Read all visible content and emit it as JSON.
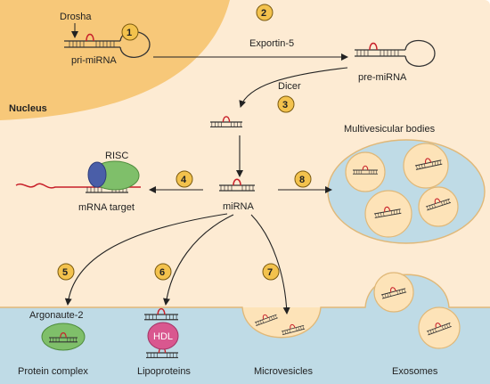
{
  "compartments": {
    "nucleus": "Nucleus"
  },
  "steps": [
    "1",
    "2",
    "3",
    "4",
    "5",
    "6",
    "7",
    "8"
  ],
  "labels": {
    "drosha": "Drosha",
    "pri_mirna": "pri-miRNA",
    "exportin": "Exportin-5",
    "pre_mirna": "pre-miRNA",
    "dicer": "Dicer",
    "mirna": "miRNA",
    "risc": "RISC",
    "mrna_target": "mRNA target",
    "mvb": "Multivesicular bodies",
    "argonaute": "Argonaute-2",
    "hdl": "HDL",
    "protein_complex": "Protein complex",
    "lipoproteins": "Lipoproteins",
    "microvesicles": "Microvesicles",
    "exosomes": "Exosomes"
  },
  "colors": {
    "cytoplasm": "#fdebd3",
    "nucleus": "#f7c879",
    "extracellular": "#bfdbe6",
    "vesicle_fill": "#fde3b8",
    "badge": "#f3c24d",
    "rna_strand": "#333333",
    "hairpin": "#c8202a",
    "argonaute": "#7fbf6a",
    "hdl": "#d9578f",
    "risc_blue": "#4a5ea8"
  }
}
